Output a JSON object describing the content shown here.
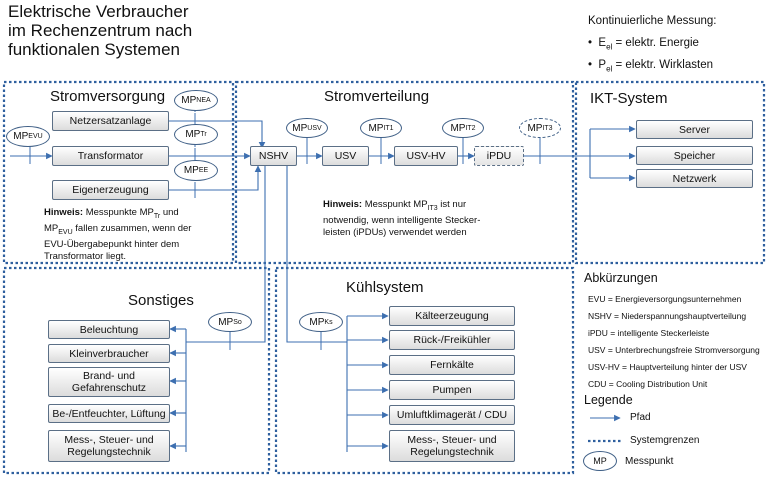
{
  "title": [
    "Elektrische Verbraucher",
    "im Rechenzentrum nach",
    "funktionalen Systemen"
  ],
  "measurement": {
    "heading": "Kontinuierliche Messung:",
    "items": [
      "Eₑₗ = elektr. Energie",
      "Pₑₗ = elektr. Wirklasten"
    ],
    "items_display": [
      {
        "sym": "E",
        "sub": "el",
        "text": " = elektr. Energie"
      },
      {
        "sym": "P",
        "sub": "el",
        "text": " = elektr. Wirklasten"
      }
    ]
  },
  "zones": {
    "stromversorgung": "Stromversorgung",
    "stromverteilung": "Stromverteilung",
    "ikt": "IKT-System",
    "sonstiges": "Sonstiges",
    "kuehlsystem": "Kühlsystem"
  },
  "stromversorgung": {
    "boxes": [
      "Netzersatzanlage",
      "Transformator",
      "Eigenerzeugung"
    ],
    "mp": [
      {
        "base": "MP",
        "sub": "NEA"
      },
      {
        "base": "MP",
        "sub": "Tr"
      },
      {
        "base": "MP",
        "sub": "EE"
      },
      {
        "base": "MP",
        "sub": "EVU"
      }
    ],
    "note_bold": "Hinweis:",
    "note_lines": [
      "Messpunkte MP",
      "Tr",
      " und",
      "MP",
      "EVU",
      " fallen zusammen, wenn der",
      "EVU-Übergabepunkt hinter dem",
      "Transformator liegt."
    ]
  },
  "stromverteilung": {
    "boxes": [
      "NSHV",
      "USV",
      "USV-HV",
      "iPDU"
    ],
    "mp": [
      {
        "base": "MP",
        "sub": "USV"
      },
      {
        "base": "MP",
        "sub": "IT1"
      },
      {
        "base": "MP",
        "sub": "IT2"
      },
      {
        "base": "MP",
        "sub": "IT3"
      }
    ],
    "note_bold": "Hinweis:",
    "note_parts": [
      "Messpunkt MP",
      "IT3",
      " ist nur"
    ],
    "note_lines": [
      "notwendig, wenn intelligente Stecker-",
      "leisten (iPDUs) verwendet werden"
    ]
  },
  "ikt": {
    "boxes": [
      "Server",
      "Speicher",
      "Netzwerk"
    ]
  },
  "sonstiges": {
    "boxes": [
      "Beleuchtung",
      "Kleinverbraucher",
      "Brand- und",
      "Gefahrenschutz",
      "Be-/Entfeuchter, Lüftung",
      "Mess-, Steuer- und",
      "Regelungstechnik"
    ],
    "mp": {
      "base": "MP",
      "sub": "So"
    }
  },
  "kuehlsystem": {
    "boxes": [
      "Kälteerzeugung",
      "Rück-/Freikühler",
      "Fernkälte",
      "Pumpen",
      "Umluftklimagerät / CDU",
      "Mess-, Steuer- und",
      "Regelungstechnik"
    ],
    "mp": {
      "base": "MP",
      "sub": "Ks"
    }
  },
  "abbreviations": {
    "heading": "Abkürzungen",
    "items": [
      "EVU = Energieversorgungsunternehmen",
      "NSHV = Niederspannungshauptverteilung",
      "iPDU = intelligente Steckerleiste",
      "USV = Unterbrechungsfreie Stromversorgung",
      "USV-HV = Hauptverteilung hinter der USV",
      "CDU = Cooling Distribution Unit"
    ]
  },
  "legend": {
    "heading": "Legende",
    "pfad": "Pfad",
    "systemgrenzen": "Systemgrenzen",
    "mp_symbol": "MP",
    "messpunkt": "Messpunkt"
  },
  "colors": {
    "line": "#3d6fb0",
    "boundary": "#2e5f9e",
    "box_border": "#5b6f86"
  }
}
